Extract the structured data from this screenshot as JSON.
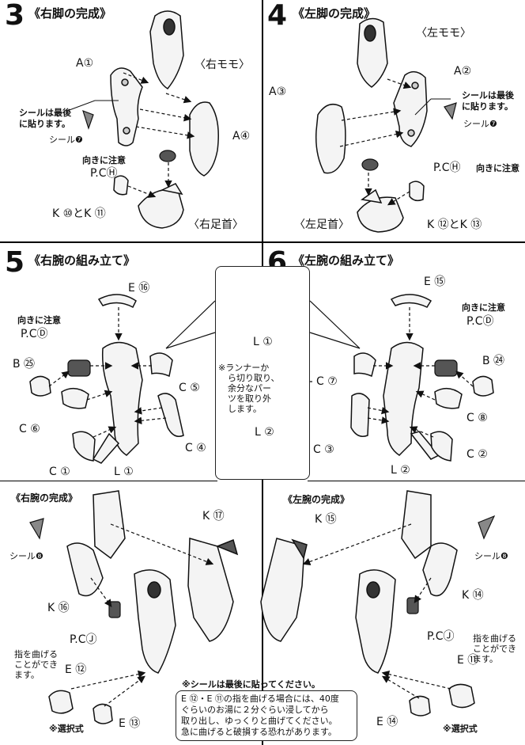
{
  "steps": [
    {
      "number": "3",
      "title": "《右脚の完成》",
      "labels": {
        "a1": "A①",
        "right_thigh": "〈右モモ〉",
        "a4": "A④",
        "seal_note_1": "シールは最後",
        "seal_note_2": "に貼ります。",
        "seal": "シール❼",
        "caution": "向きに注意",
        "pc": "P.CⒽ",
        "k10k11": "K ⑩とK ⑪",
        "right_ankle": "〈右足首〉"
      }
    },
    {
      "number": "4",
      "title": "《左脚の完成》",
      "labels": {
        "left_thigh": "〈左モモ〉",
        "a2": "A②",
        "a3": "A③",
        "seal_note_1": "シールは最後",
        "seal_note_2": "に貼ります。",
        "seal": "シール❼",
        "pc": "P.CⒽ",
        "caution": "向きに注意",
        "left_ankle": "〈左足首〉",
        "k12k13": "K ⑫とK ⑬"
      }
    },
    {
      "number": "5",
      "title": "《右腕の組み立て》",
      "labels": {
        "e16": "E ⑯",
        "caution": "向きに注意",
        "pc": "P.CⒹ",
        "b25": "B ㉕",
        "c5": "C ⑤",
        "c6": "C ⑥",
        "c4": "C ④",
        "c1": "C ①",
        "l1": "L ①"
      }
    },
    {
      "number": "6",
      "title": "《左腕の組み立て》",
      "labels": {
        "e15": "E ⑮",
        "caution": "向きに注意",
        "pc": "P.CⒹ",
        "b24": "B ㉔",
        "c7": "C ⑦",
        "c8": "C ⑧",
        "c3": "C ③",
        "c2": "C ②",
        "l2": "L ②"
      }
    }
  ],
  "center_callout": {
    "l1": "L ①",
    "l2": "L ②",
    "note_lines": [
      "※ランナーか",
      "ら切り取り、",
      "余分なパー",
      "ツを取り外",
      "します。"
    ]
  },
  "bottom_left": {
    "title": "《右腕の完成》",
    "k17": "K ⑰",
    "seal": "シール❽",
    "k16": "K ⑯",
    "pc": "P.CⒿ",
    "finger_note": [
      "指を曲げる",
      "ことができ",
      "ます。"
    ],
    "e12": "E ⑫",
    "e13": "E ⑬",
    "optional": "※選択式"
  },
  "bottom_right": {
    "title": "《左腕の完成》",
    "k15": "K ⑮",
    "seal": "シール❽",
    "k14": "K ⑭",
    "pc": "P.CⒿ",
    "finger_note": [
      "指を曲げる",
      "ことができ",
      "ます。"
    ],
    "e11": "E ⑪",
    "e14": "E ⑭",
    "optional": "※選択式"
  },
  "footer": {
    "seal_last": "※シールは最後に貼ってください。",
    "warning_lines": [
      "E ⑫・E ⑪の指を曲げる場合には、40度",
      "ぐらいのお湯に２分ぐらい浸してから",
      "取り出し、ゆっくりと曲げてください。",
      "急に曲げると破損する恐れがあります。"
    ]
  },
  "colors": {
    "ink": "#111111",
    "part_fill": "#f4f4f4",
    "dark_part": "#555555"
  }
}
